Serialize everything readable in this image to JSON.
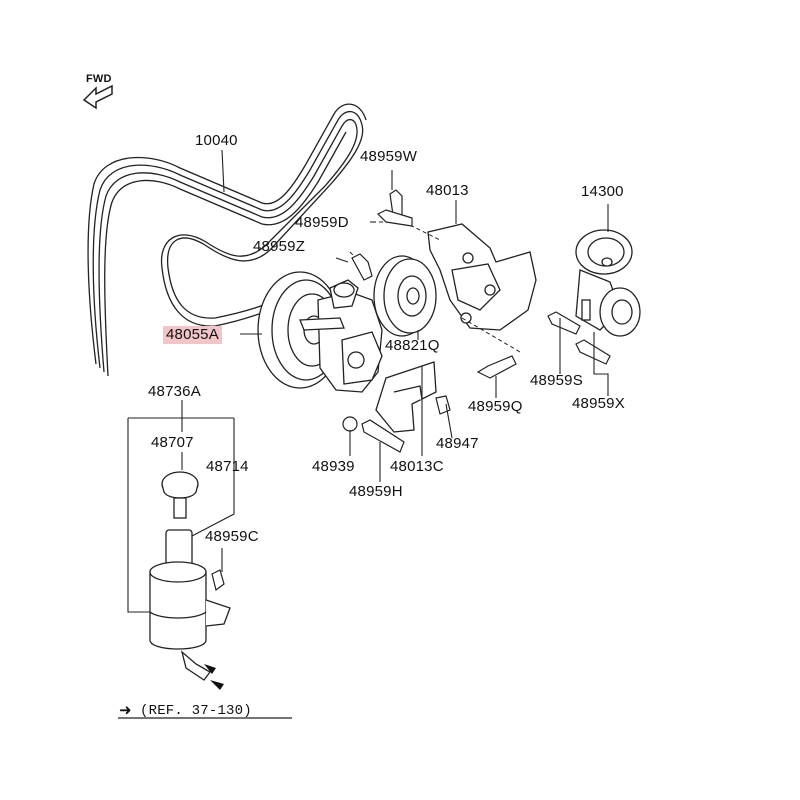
{
  "fwd_label": "FWD",
  "highlight_color": "#f2c6c8",
  "ref_arrow": "➜",
  "ref_text": "(REF. 37-130)",
  "parts": {
    "belt": "10040",
    "bolt_w": "48959W",
    "bracket": "48013",
    "tensioner": "14300",
    "bolt_d": "48959D",
    "bolt_z": "48959Z",
    "pump": "48055A",
    "idler_pulley": "48821Q",
    "bolt_s": "48959S",
    "bolt_x": "48959X",
    "bolt_q": "48959Q",
    "reservoir_assy": "48736A",
    "cap": "48707",
    "filter": "48714",
    "washer": "48939",
    "bracket_c": "48013C",
    "nut": "48947",
    "bolt_h": "48959H",
    "bolt_c": "48959C"
  }
}
